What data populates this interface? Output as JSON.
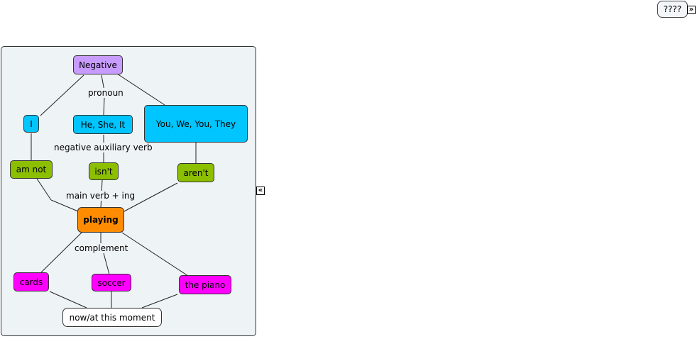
{
  "top_badge": {
    "label": "????"
  },
  "toggles": {
    "expand_icon": "»",
    "collapse_icon": "«"
  },
  "concept_map": {
    "nodes": {
      "negative": "Negative",
      "i": "I",
      "he_she_it": "He, She, It",
      "you_we_they": "You, We, You, They",
      "am_not": "am not",
      "isnt": "isn't",
      "arent": "aren't",
      "playing": "playing",
      "cards": "cards",
      "soccer": "soccer",
      "the_piano": "the piano",
      "now": "now/at this moment"
    },
    "link_labels": {
      "pronoun": "pronoun",
      "negative_aux": "negative auxiliary verb",
      "main_verb": "main verb + ing",
      "complement": "complement"
    }
  }
}
